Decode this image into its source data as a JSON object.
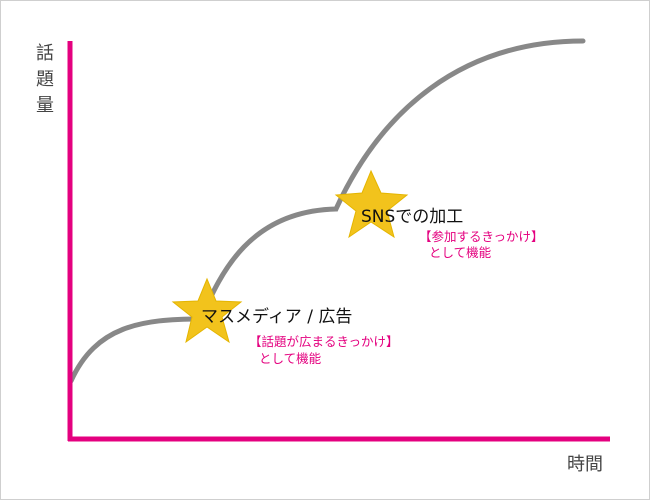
{
  "y_axis_label": "話題量",
  "x_axis_label": "時間",
  "milestones": [
    {
      "title": "マスメディア / 広告",
      "role": "【話題が広まるきっかけ】",
      "suffix": "として機能"
    },
    {
      "title": "SNSでの加工",
      "role": "【参加するきっかけ】",
      "suffix": "として機能"
    }
  ],
  "colors": {
    "axis": "#e4007f",
    "curve": "#888888",
    "star": "#f2c31c",
    "accent_text": "#e4007f"
  }
}
